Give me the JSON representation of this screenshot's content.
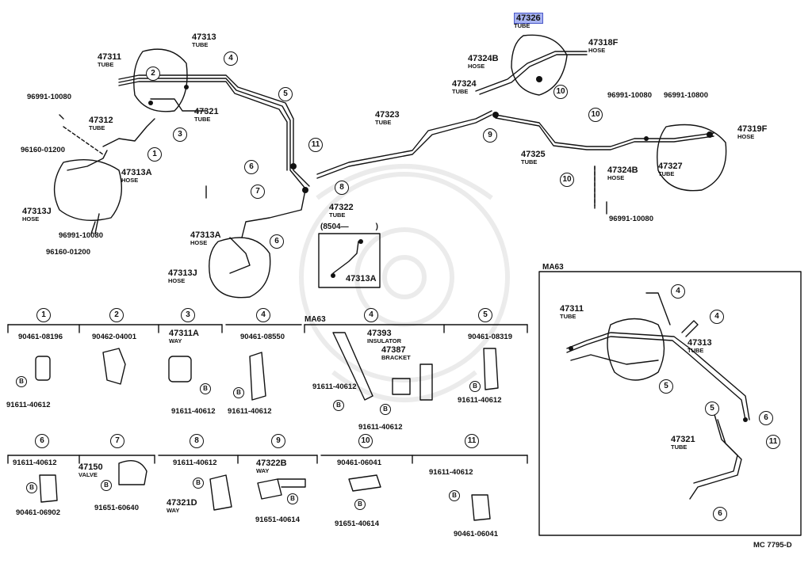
{
  "diagram": {
    "code": "MC 7795-D",
    "inset_label": "MA63",
    "section_label": "MA63",
    "bracket_label": "(8504—",
    "bracket_close": ")"
  },
  "parts": {
    "p47326": {
      "num": "47326",
      "desc": "TUBE"
    },
    "p47318F": {
      "num": "47318F",
      "desc": "HOSE"
    },
    "p47324B_top": {
      "num": "47324B",
      "desc": "HOSE"
    },
    "p47324": {
      "num": "47324",
      "desc": "TUBE"
    },
    "p47323": {
      "num": "47323",
      "desc": "TUBE"
    },
    "p47325": {
      "num": "47325",
      "desc": "TUBE"
    },
    "p47324B_r": {
      "num": "47324B",
      "desc": "HOSE"
    },
    "p47327": {
      "num": "47327",
      "desc": "TUBE"
    },
    "p47319F": {
      "num": "47319F",
      "desc": "HOSE"
    },
    "p47313": {
      "num": "47313",
      "desc": "TUBE"
    },
    "p47311": {
      "num": "47311",
      "desc": "TUBE"
    },
    "p47321": {
      "num": "47321",
      "desc": "TUBE"
    },
    "p47312": {
      "num": "47312",
      "desc": "TUBE"
    },
    "p47313A": {
      "num": "47313A",
      "desc": "HOSE"
    },
    "p47313J": {
      "num": "47313J",
      "desc": "HOSE"
    },
    "p47322": {
      "num": "47322",
      "desc": "TUBE"
    },
    "p47313A_b": {
      "num": "47313A",
      "desc": "HOSE"
    },
    "p47313J_b": {
      "num": "47313J",
      "desc": "HOSE"
    },
    "p47313A_box": {
      "num": "47313A",
      "desc": ""
    },
    "p47311A": {
      "num": "47311A",
      "desc": "WAY"
    },
    "p47393": {
      "num": "47393",
      "desc": "INSULATOR"
    },
    "p47387": {
      "num": "47387",
      "desc": "BRACKET"
    },
    "p47150": {
      "num": "47150",
      "desc": "VALVE"
    },
    "p47321D": {
      "num": "47321D",
      "desc": "WAY"
    },
    "p47322B": {
      "num": "47322B",
      "desc": "WAY"
    },
    "i47311": {
      "num": "47311",
      "desc": "TUBE"
    },
    "i47313": {
      "num": "47313",
      "desc": "TUBE"
    },
    "i47321": {
      "num": "47321",
      "desc": "TUBE"
    }
  },
  "numbers": {
    "n1": "96991-10080",
    "n2": "96160-01200",
    "n3": "96991-10080",
    "n4": "96160-01200",
    "n5": "96991-10080",
    "n6": "96991-10800",
    "n7": "96991-10080",
    "s1a": "90461-08196",
    "s1b": "91611-40612",
    "s2a": "90462-04001",
    "s3b": "91611-40612",
    "s4a": "90461-08550",
    "s4b": "91611-40612",
    "s4c": "91611-40612",
    "s4d": "91611-40612",
    "s5a": "90461-08319",
    "s5b": "91611-40612",
    "s6a": "91611-40612",
    "s6b": "90461-06902",
    "s7b": "91651-60640",
    "s8a": "91611-40612",
    "s9b": "91651-40614",
    "s10a": "90461-06041",
    "s10b": "91651-40614",
    "s11a": "91611-40612",
    "s11b": "90461-06041"
  },
  "callouts": [
    "1",
    "2",
    "3",
    "4",
    "5",
    "6",
    "7",
    "8",
    "9",
    "10",
    "11"
  ],
  "bolt": "B"
}
